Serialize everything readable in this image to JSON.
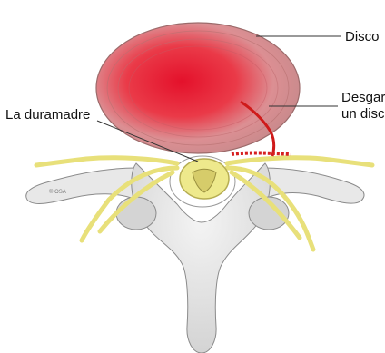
{
  "labels": {
    "disc": "Disco",
    "tear_line1": "Desgar",
    "tear_line2": "un disco",
    "dura": "La duramadre"
  },
  "copyright": "© OSA",
  "colors": {
    "disc_core": "#e8283a",
    "disc_ring": "#d9868a",
    "nerve": "#efe88a",
    "bone": "#e6e6e6",
    "tear": "#d62020"
  }
}
